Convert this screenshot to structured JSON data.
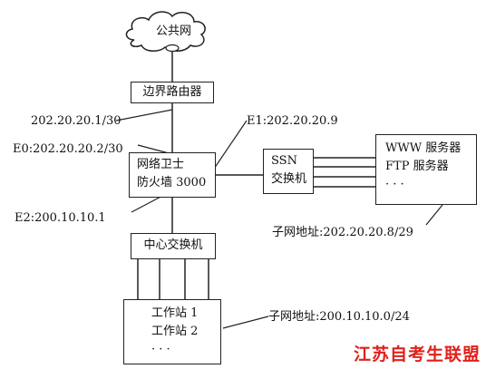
{
  "cloud": {
    "label": "公共网"
  },
  "border_router": {
    "label": "边界路由器"
  },
  "firewall": {
    "line1": "网络卫士",
    "line2": "防火墙 3000"
  },
  "ssn_switch": {
    "line1": "SSN",
    "line2": "交换机"
  },
  "servers": {
    "line1": "WWW 服务器",
    "line2": "FTP 服务器",
    "line3": "· · ·"
  },
  "center_switch": {
    "label": "中心交换机"
  },
  "workstations": {
    "line1": "工作站 1",
    "line2": "工作站 2",
    "line3": "· · ·"
  },
  "annotations": {
    "router_ip": "202.20.20.1/30",
    "e0": "E0:202.20.20.2/30",
    "e1": "E1:202.20.20.9",
    "e2": "E2:200.10.10.1",
    "dmz_subnet": "子网地址:202.20.20.8/29",
    "lan_subnet": "子网地址:200.10.10.0/24"
  },
  "watermark": "江苏自考生联盟",
  "colors": {
    "watermark": "#e0201a",
    "line": "#222222"
  }
}
